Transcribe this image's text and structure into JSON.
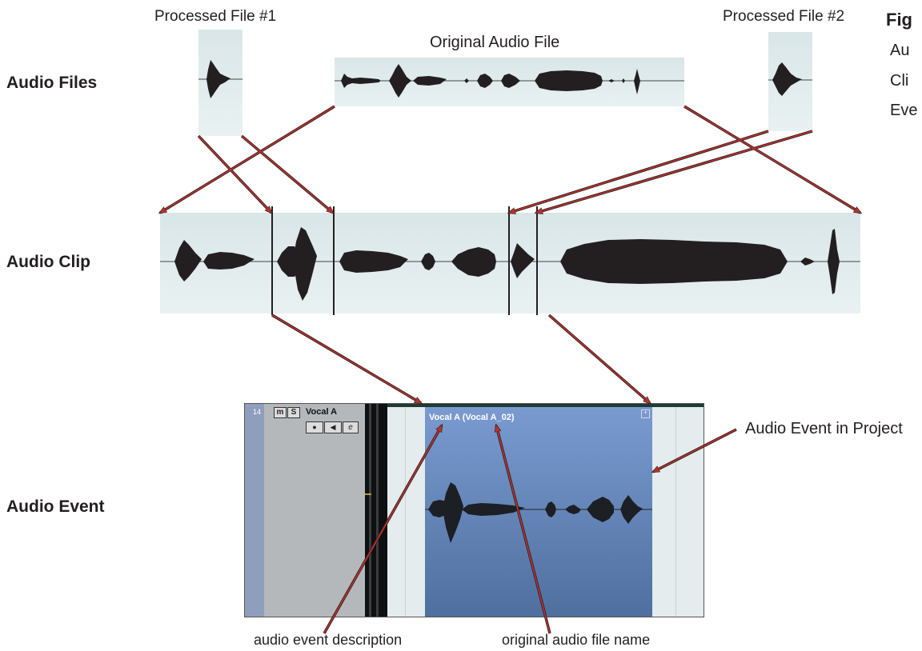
{
  "rows": {
    "files": "Audio Files",
    "clip": "Audio Clip",
    "event": "Audio Event"
  },
  "files": {
    "processed1": "Processed File #1",
    "original": "Original Audio File",
    "processed2": "Processed File #2"
  },
  "figure": {
    "heading": "Fig",
    "line1": "Au",
    "line2": "Cli",
    "line3": "Eve"
  },
  "track": {
    "number": "14",
    "mute": "m",
    "solo": "S",
    "name": "Vocal A"
  },
  "event": {
    "title": "Vocal A (Vocal A_02)"
  },
  "callouts": {
    "event_in_project": "Audio Event in Project",
    "event_description": "audio event description",
    "original_file_name": "original audio file name"
  },
  "colors": {
    "arrow": "#b8312c",
    "panel": "#dde9eb",
    "waveform": "#231f20",
    "event_blue": "#6f93c9",
    "track_gray": "#b5b8bb"
  }
}
